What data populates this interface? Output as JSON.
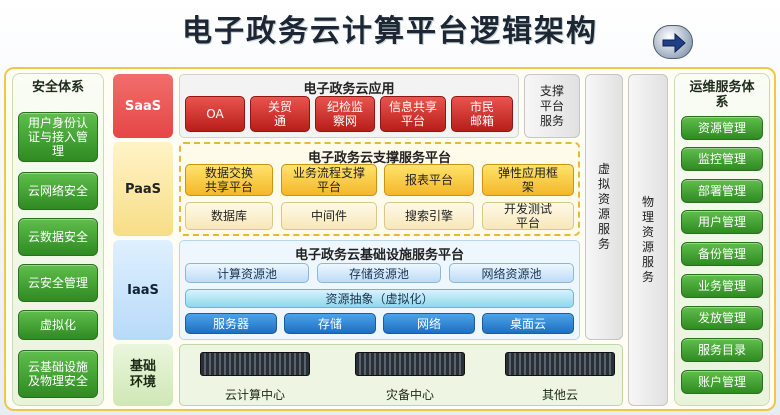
{
  "title": "电子政务云计算平台逻辑架构",
  "security": {
    "title": "安全体系",
    "items": [
      "用户身份认证与接入管理",
      "云网络安全",
      "云数据安全",
      "云安全管理",
      "虚拟化",
      "云基础设施及物理安全"
    ]
  },
  "ops": {
    "title": "运维服务体系",
    "items": [
      "资源管理",
      "监控管理",
      "部署管理",
      "用户管理",
      "备份管理",
      "业务管理",
      "发放管理",
      "服务目录",
      "账户管理"
    ]
  },
  "layers": {
    "saas": "SaaS",
    "paas": "PaaS",
    "iaas": "IaaS",
    "base": "基础环境"
  },
  "saas": {
    "title": "电子政务云应用",
    "apps": [
      "OA",
      "关贸通",
      "纪检监察网",
      "信息共享平台",
      "市民邮箱"
    ]
  },
  "paas": {
    "title": "电子政务云支撑服务平台",
    "row1": [
      "数据交换共享平台",
      "业务流程支撑平台",
      "报表平台",
      "弹性应用框架"
    ],
    "row2": [
      "数据库",
      "中间件",
      "搜索引擎",
      "开发测试平台"
    ]
  },
  "iaas": {
    "title": "电子政务云基础设施服务平台",
    "pools": [
      "计算资源池",
      "存储资源池",
      "网络资源池"
    ],
    "abstraction": "资源抽象（虚拟化）",
    "resources": [
      "服务器",
      "存储",
      "网络",
      "桌面云"
    ]
  },
  "base": {
    "sites": [
      "云计算中心",
      "灾备中心",
      "其他云"
    ]
  },
  "columns": {
    "support": "支撑平台服务",
    "virtual": "虚拟资源服务",
    "physical": "物理资源服务"
  }
}
